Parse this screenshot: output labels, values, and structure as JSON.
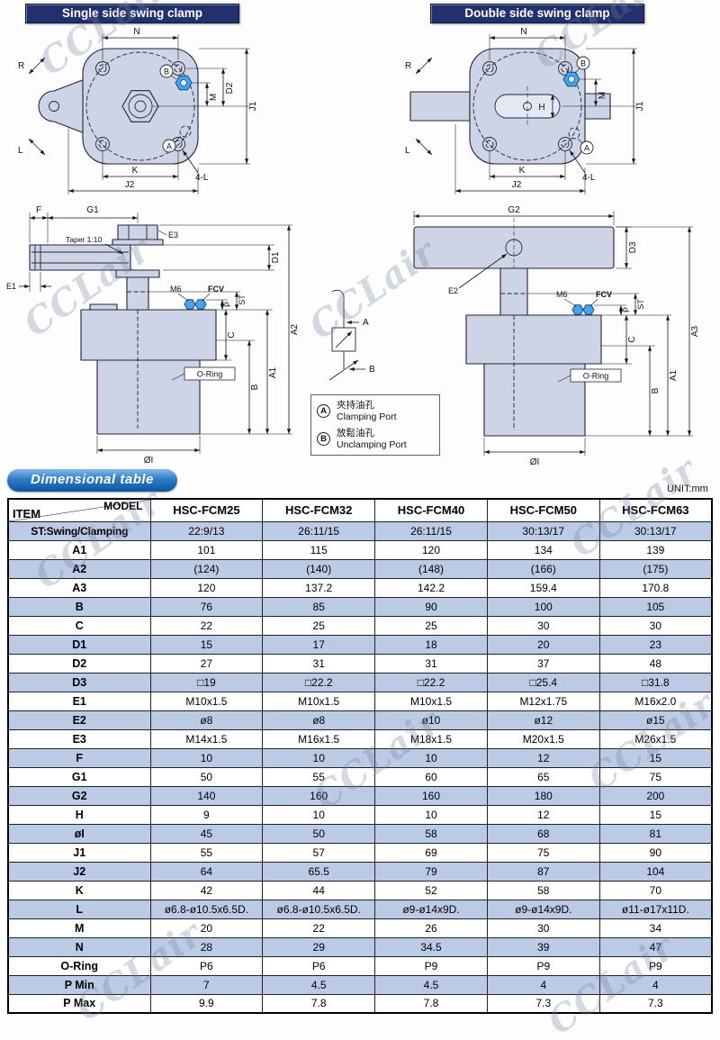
{
  "watermark": "CCLair",
  "page": {
    "unit_label": "UNIT:mm"
  },
  "headers": {
    "single": "Single side swing clamp",
    "double": "Double side swing clamp"
  },
  "section": {
    "dimensional_table": "Dimensional table"
  },
  "diagram_labels": {
    "single_top": {
      "N": "N",
      "R": "R",
      "L": "L",
      "K": "K",
      "J2": "J2",
      "J1": "J1",
      "M": "M",
      "D2": "D2",
      "four_l": "4-L",
      "port_a": "A",
      "port_b": "B"
    },
    "double_top": {
      "N": "N",
      "R": "R",
      "L": "L",
      "K": "K",
      "J2": "J2",
      "J1": "J1",
      "M": "M",
      "H": "H",
      "four_l": "4-L",
      "port_a": "A",
      "port_b": "B"
    },
    "single_side": {
      "F": "F",
      "G1": "G1",
      "E3": "E3",
      "taper": "Taper 1:10",
      "E1": "E1",
      "D1": "D1",
      "M6": "M6",
      "FCV": "FCV",
      "P": "P",
      "ST": "ST",
      "C": "C",
      "A2": "A2",
      "A1": "A1",
      "B": "B",
      "o_ring": "O-Ring",
      "bore": "ØI"
    },
    "double_side": {
      "G2": "G2",
      "E2": "E2",
      "D3": "D3",
      "M6": "M6",
      "FCV": "FCV",
      "P": "P",
      "ST": "ST",
      "C": "C",
      "A3": "A3",
      "A1": "A1",
      "B": "B",
      "o_ring": "O-Ring",
      "bore": "ØI"
    },
    "schematic": {
      "A": "A",
      "B": "B"
    }
  },
  "legend": {
    "rows": [
      {
        "symbol": "A",
        "cn": "夾持油孔",
        "en": "Clamping Port"
      },
      {
        "symbol": "B",
        "cn": "放鬆油孔",
        "en": "Unclamping Port"
      }
    ]
  },
  "table": {
    "corner": {
      "model": "MODEL",
      "item": "ITEM"
    },
    "models": [
      "HSC-FCM25",
      "HSC-FCM32",
      "HSC-FCM40",
      "HSC-FCM50",
      "HSC-FCM63"
    ],
    "rows": [
      {
        "item": "ST:Swing/Clamping",
        "values": [
          "22:9/13",
          "26:11/15",
          "26:11/15",
          "30:13/17",
          "30:13/17"
        ]
      },
      {
        "item": "A1",
        "values": [
          "101",
          "115",
          "120",
          "134",
          "139"
        ]
      },
      {
        "item": "A2",
        "values": [
          "(124)",
          "(140)",
          "(148)",
          "(166)",
          "(175)"
        ]
      },
      {
        "item": "A3",
        "values": [
          "120",
          "137.2",
          "142.2",
          "159.4",
          "170.8"
        ]
      },
      {
        "item": "B",
        "values": [
          "76",
          "85",
          "90",
          "100",
          "105"
        ]
      },
      {
        "item": "C",
        "values": [
          "22",
          "25",
          "25",
          "30",
          "30"
        ]
      },
      {
        "item": "D1",
        "values": [
          "15",
          "17",
          "18",
          "20",
          "23"
        ]
      },
      {
        "item": "D2",
        "values": [
          "27",
          "31",
          "31",
          "37",
          "48"
        ]
      },
      {
        "item": "D3",
        "values": [
          "□19",
          "□22.2",
          "□22.2",
          "□25.4",
          "□31.8"
        ]
      },
      {
        "item": "E1",
        "values": [
          "M10x1.5",
          "M10x1.5",
          "M10x1.5",
          "M12x1.75",
          "M16x2.0"
        ]
      },
      {
        "item": "E2",
        "values": [
          "ø8",
          "ø8",
          "ø10",
          "ø12",
          "ø15"
        ]
      },
      {
        "item": "E3",
        "values": [
          "M14x1.5",
          "M16x1.5",
          "M18x1.5",
          "M20x1.5",
          "M26x1.5"
        ]
      },
      {
        "item": "F",
        "values": [
          "10",
          "10",
          "10",
          "12",
          "15"
        ]
      },
      {
        "item": "G1",
        "values": [
          "50",
          "55",
          "60",
          "65",
          "75"
        ]
      },
      {
        "item": "G2",
        "values": [
          "140",
          "160",
          "160",
          "180",
          "200"
        ]
      },
      {
        "item": "H",
        "values": [
          "9",
          "10",
          "10",
          "12",
          "15"
        ]
      },
      {
        "item": "øI",
        "values": [
          "45",
          "50",
          "58",
          "68",
          "81"
        ]
      },
      {
        "item": "J1",
        "values": [
          "55",
          "57",
          "69",
          "75",
          "90"
        ]
      },
      {
        "item": "J2",
        "values": [
          "64",
          "65.5",
          "79",
          "87",
          "104"
        ]
      },
      {
        "item": "K",
        "values": [
          "42",
          "44",
          "52",
          "58",
          "70"
        ]
      },
      {
        "item": "L",
        "values": [
          "ø6.8-ø10.5x6.5D.",
          "ø6.8-ø10.5x6.5D.",
          "ø9-ø14x9D.",
          "ø9-ø14x9D.",
          "ø11-ø17x11D."
        ]
      },
      {
        "item": "M",
        "values": [
          "20",
          "22",
          "26",
          "30",
          "34"
        ]
      },
      {
        "item": "N",
        "values": [
          "28",
          "29",
          "34.5",
          "39",
          "47"
        ]
      },
      {
        "item": "O-Ring",
        "values": [
          "P6",
          "P6",
          "P9",
          "P9",
          "P9"
        ]
      },
      {
        "item": "P Min",
        "values": [
          "7",
          "4.5",
          "4.5",
          "4",
          "4"
        ]
      },
      {
        "item": "P Max",
        "values": [
          "9.9",
          "7.8",
          "7.8",
          "7.3",
          "7.3"
        ]
      }
    ]
  },
  "colors": {
    "header_bg": "#22306e",
    "pill_blue": "#0d55a2",
    "row_shade": "#bccbe5",
    "diagram_fill": "#cdd4e5",
    "port_blue": "#4aa2e8"
  }
}
